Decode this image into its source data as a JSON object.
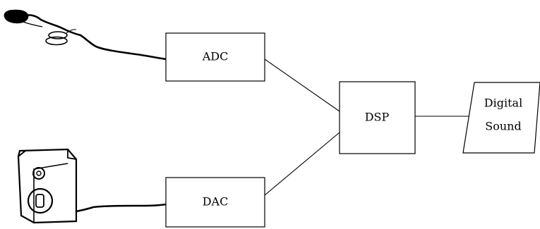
{
  "blocks": {
    "adc": "ADC",
    "dac": "DAC",
    "dsp": "DSP"
  },
  "output": {
    "line1": "Digital",
    "line2": "Sound"
  },
  "icons": {
    "input": "microphone-icon",
    "output": "speaker-icon"
  }
}
